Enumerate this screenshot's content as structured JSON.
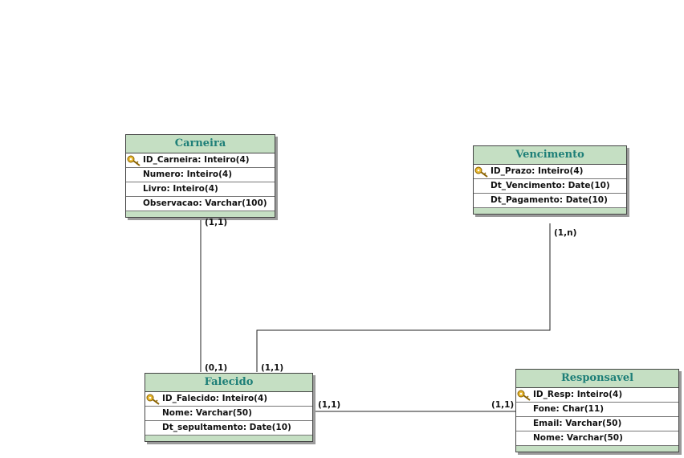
{
  "entities": {
    "carneira": {
      "title": "Carneira",
      "attrs": [
        {
          "text": "ID_Carneira: Inteiro(4)",
          "key": true
        },
        {
          "text": "Numero: Inteiro(4)",
          "key": false
        },
        {
          "text": "Livro: Inteiro(4)",
          "key": false
        },
        {
          "text": "Observacao: Varchar(100)",
          "key": false
        }
      ]
    },
    "vencimento": {
      "title": "Vencimento",
      "attrs": [
        {
          "text": "ID_Prazo: Inteiro(4)",
          "key": true
        },
        {
          "text": "Dt_Vencimento: Date(10)",
          "key": false
        },
        {
          "text": "Dt_Pagamento: Date(10)",
          "key": false
        }
      ]
    },
    "falecido": {
      "title": "Falecido",
      "attrs": [
        {
          "text": "ID_Falecido: Inteiro(4)",
          "key": true
        },
        {
          "text": "Nome: Varchar(50)",
          "key": false
        },
        {
          "text": "Dt_sepultamento: Date(10)",
          "key": false
        }
      ]
    },
    "responsavel": {
      "title": "Responsavel",
      "attrs": [
        {
          "text": "ID_Resp: Inteiro(4)",
          "key": true
        },
        {
          "text": "Fone: Char(11)",
          "key": false
        },
        {
          "text": "Email: Varchar(50)",
          "key": false
        },
        {
          "text": "Nome: Varchar(50)",
          "key": false
        }
      ]
    }
  },
  "cardinalities": {
    "carneira_side": "(1,1)",
    "falecido_carneira_side": "(0,1)",
    "vencimento_side": "(1,n)",
    "falecido_vencimento_side": "(1,1)",
    "falecido_responsavel_side": "(1,1)",
    "responsavel_side": "(1,1)"
  },
  "colors": {
    "header_fill": "#c5dfc3",
    "title_text": "#1e7f78",
    "line": "#222222",
    "key_fill": "#e8b830"
  },
  "icons": {
    "primary_key": "key-icon"
  }
}
